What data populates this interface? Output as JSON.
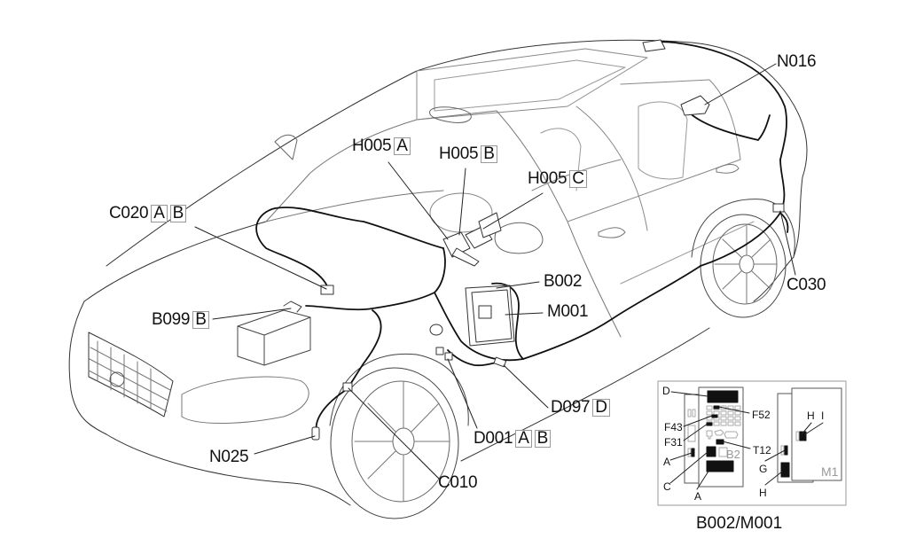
{
  "diagram": {
    "type": "vehicle-wiring-component-location",
    "labels": {
      "n016": {
        "code": "N016"
      },
      "h005a": {
        "code": "H005",
        "connector": "A"
      },
      "h005b": {
        "code": "H005",
        "connector": "B"
      },
      "h005c": {
        "code": "H005",
        "connector": "C"
      },
      "c020": {
        "code": "C020",
        "connectors": [
          "A",
          "B"
        ]
      },
      "b099": {
        "code": "B099",
        "connector": "B"
      },
      "b002": {
        "code": "B002"
      },
      "m001": {
        "code": "M001"
      },
      "c030": {
        "code": "C030"
      },
      "d097": {
        "code": "D097",
        "connector": "D"
      },
      "d001": {
        "code": "D001",
        "connectors": [
          "A",
          "B"
        ]
      },
      "n025": {
        "code": "N025"
      },
      "c010": {
        "code": "C010"
      }
    },
    "inset": {
      "caption": "B002/M001",
      "left_panel": {
        "title": "B2",
        "callouts": [
          "D",
          "F52",
          "F43",
          "F31",
          "T12",
          "A",
          "C",
          "A"
        ]
      },
      "right_panel": {
        "title": "M1",
        "callouts": [
          "H",
          "I",
          "G",
          "H"
        ]
      }
    }
  }
}
